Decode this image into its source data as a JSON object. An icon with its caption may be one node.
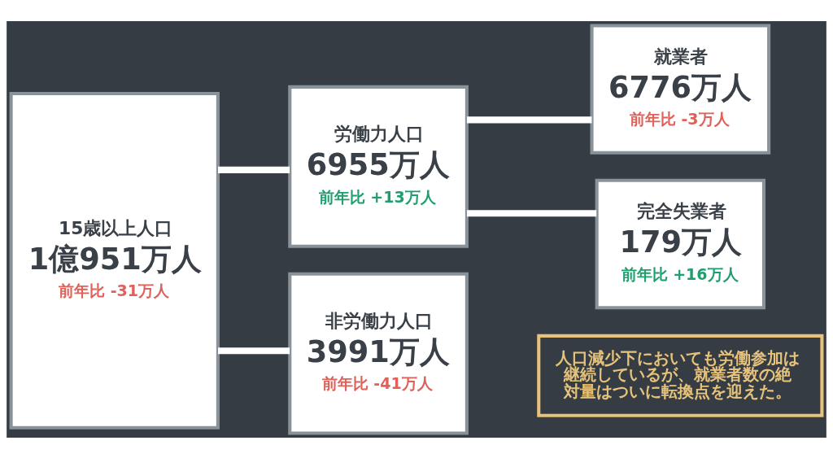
{
  "diagram": {
    "nodes": [
      {
        "text": [
          "15歳以上人口",
          "1億951万人",
          "前年比 -31万人"
        ]
      },
      {
        "text": [
          "労働力人口",
          "6955万人",
          "前年比 +13万人"
        ]
      },
      {
        "text": [
          "非労働力人口",
          "3991万人",
          "前年比 -41万人"
        ]
      },
      {
        "text": [
          "就業者",
          "6776万人",
          "前年比 -3万人"
        ]
      },
      {
        "text": [
          "完全失業者",
          "179万人",
          "前年比 +16万人"
        ]
      },
      {
        "text": [
          "人口減少下においても労働参加は継続しているが、就業者数の絶対量はついに転換点を迎えた。"
        ]
      }
    ],
    "edges": [
      {
        "from": 0,
        "to": 1,
        "arrow": "none"
      },
      {
        "from": 0,
        "to": 2,
        "arrow": "none"
      },
      {
        "from": 1,
        "to": 3,
        "arrow": "none"
      },
      {
        "from": 1,
        "to": 4,
        "arrow": "none"
      }
    ]
  }
}
